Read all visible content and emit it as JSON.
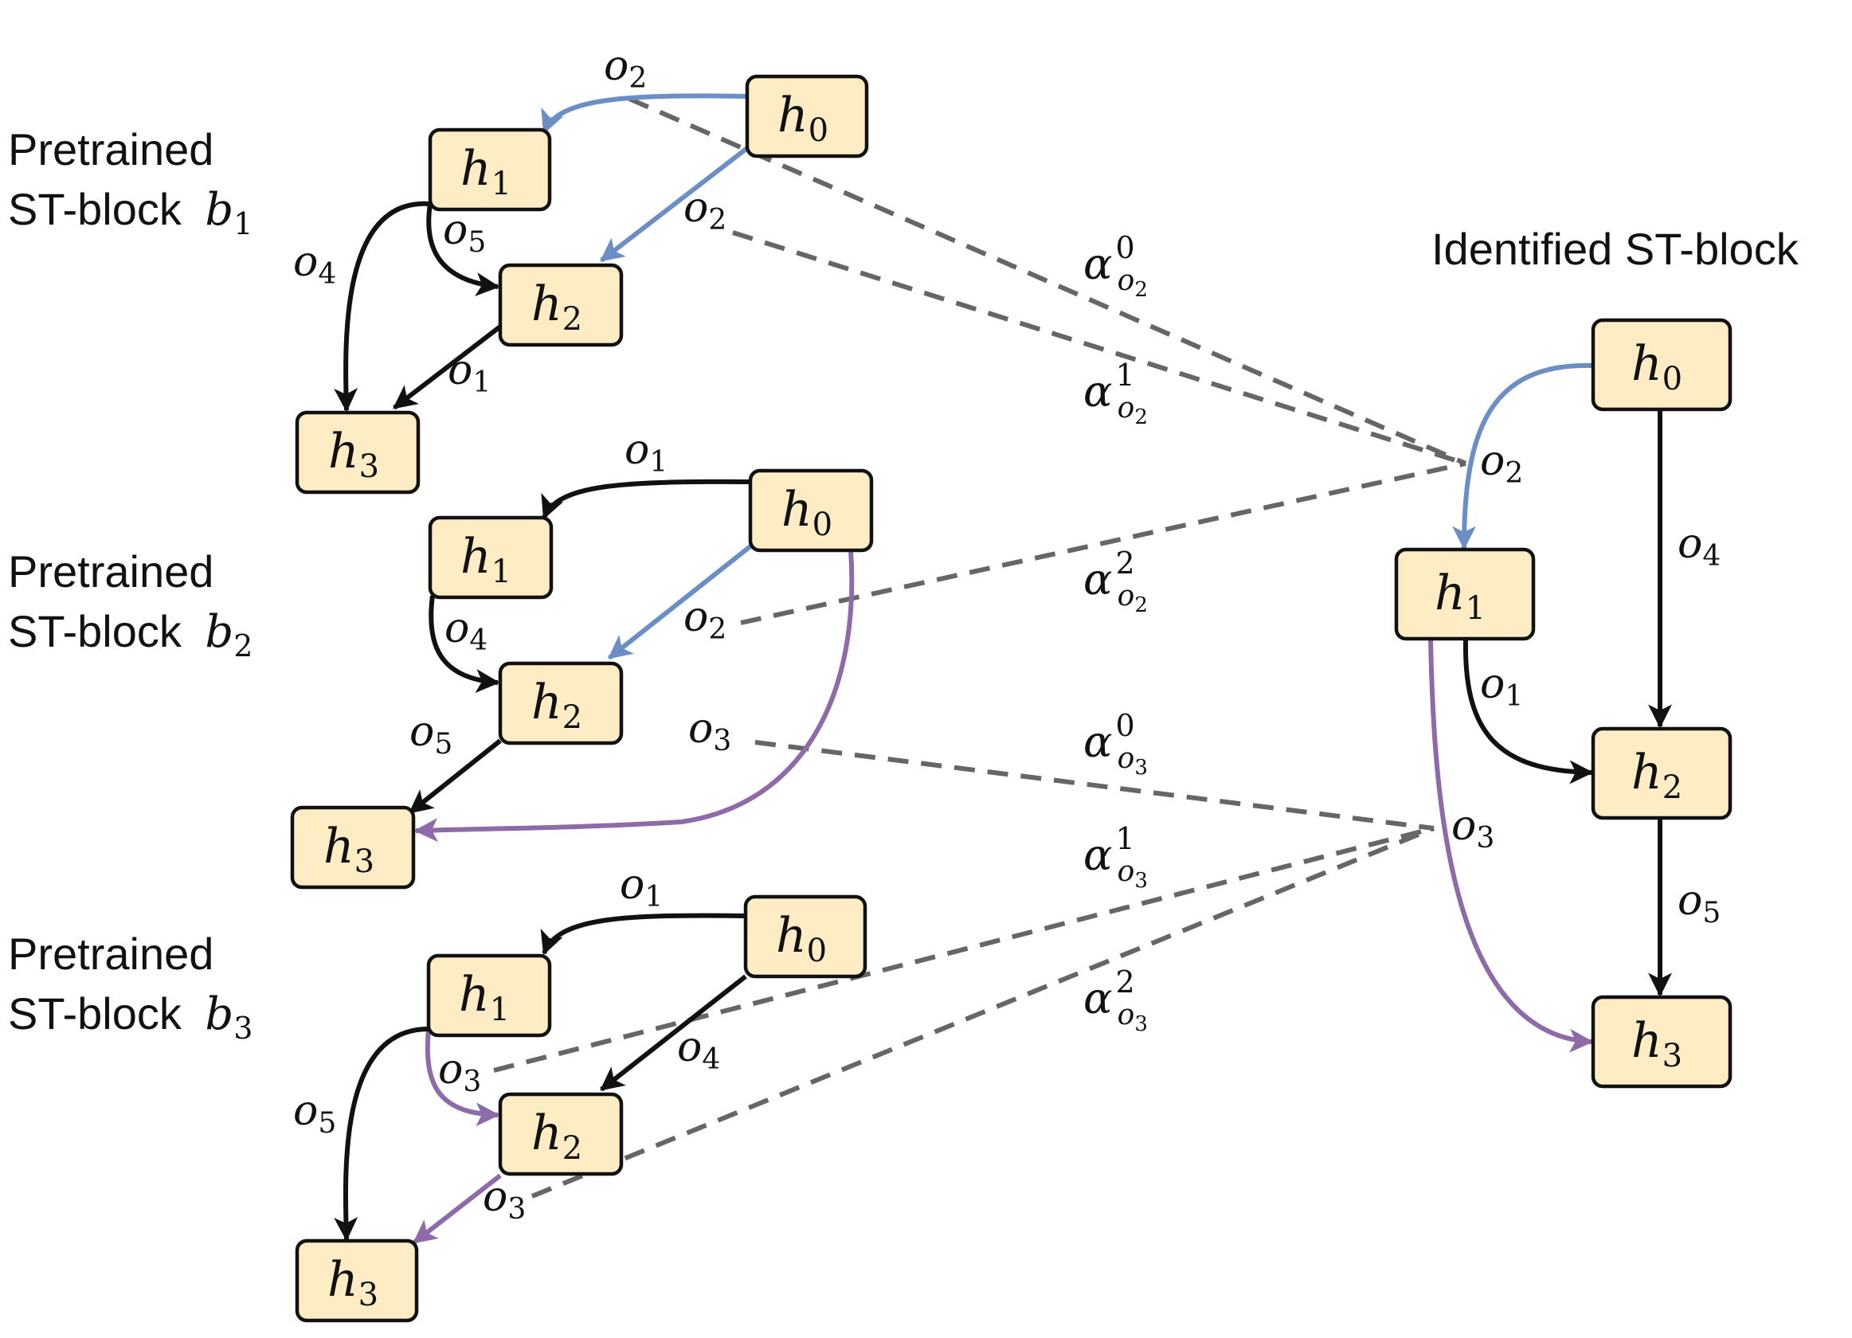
{
  "colors": {
    "black": "#111111",
    "blue": "#6b8fc4",
    "purple": "#8f6aa8",
    "dashed": "#666666",
    "node_fill": "#fdecc4"
  },
  "blocks": [
    {
      "id": "b1",
      "label_line1": "Pretrained",
      "label_line2": "ST-block",
      "var": "b",
      "var_sub": "1",
      "nodes": [
        {
          "id": "h0",
          "letter": "h",
          "sub": "0"
        },
        {
          "id": "h1",
          "letter": "h",
          "sub": "1"
        },
        {
          "id": "h2",
          "letter": "h",
          "sub": "2"
        },
        {
          "id": "h3",
          "letter": "h",
          "sub": "3"
        }
      ],
      "edges": [
        {
          "from": "h0",
          "to": "h1",
          "op": "o",
          "op_sub": "2",
          "color": "blue"
        },
        {
          "from": "h0",
          "to": "h2",
          "op": "o",
          "op_sub": "2",
          "color": "blue"
        },
        {
          "from": "h1",
          "to": "h2",
          "op": "o",
          "op_sub": "5",
          "color": "black"
        },
        {
          "from": "h1",
          "to": "h3",
          "op": "o",
          "op_sub": "4",
          "color": "black"
        },
        {
          "from": "h2",
          "to": "h3",
          "op": "o",
          "op_sub": "1",
          "color": "black"
        }
      ]
    },
    {
      "id": "b2",
      "label_line1": "Pretrained",
      "label_line2": "ST-block",
      "var": "b",
      "var_sub": "2",
      "nodes": [
        {
          "id": "h0",
          "letter": "h",
          "sub": "0"
        },
        {
          "id": "h1",
          "letter": "h",
          "sub": "1"
        },
        {
          "id": "h2",
          "letter": "h",
          "sub": "2"
        },
        {
          "id": "h3",
          "letter": "h",
          "sub": "3"
        }
      ],
      "edges": [
        {
          "from": "h0",
          "to": "h1",
          "op": "o",
          "op_sub": "1",
          "color": "black"
        },
        {
          "from": "h0",
          "to": "h2",
          "op": "o",
          "op_sub": "2",
          "color": "blue"
        },
        {
          "from": "h0",
          "to": "h3",
          "op": "o",
          "op_sub": "3",
          "color": "purple"
        },
        {
          "from": "h1",
          "to": "h2",
          "op": "o",
          "op_sub": "4",
          "color": "black"
        },
        {
          "from": "h2",
          "to": "h3",
          "op": "o",
          "op_sub": "5",
          "color": "black"
        }
      ]
    },
    {
      "id": "b3",
      "label_line1": "Pretrained",
      "label_line2": "ST-block",
      "var": "b",
      "var_sub": "3",
      "nodes": [
        {
          "id": "h0",
          "letter": "h",
          "sub": "0"
        },
        {
          "id": "h1",
          "letter": "h",
          "sub": "1"
        },
        {
          "id": "h2",
          "letter": "h",
          "sub": "2"
        },
        {
          "id": "h3",
          "letter": "h",
          "sub": "3"
        }
      ],
      "edges": [
        {
          "from": "h0",
          "to": "h1",
          "op": "o",
          "op_sub": "1",
          "color": "black"
        },
        {
          "from": "h0",
          "to": "h2",
          "op": "o",
          "op_sub": "4",
          "color": "black"
        },
        {
          "from": "h1",
          "to": "h2",
          "op": "o",
          "op_sub": "3",
          "color": "purple"
        },
        {
          "from": "h1",
          "to": "h3",
          "op": "o",
          "op_sub": "5",
          "color": "black"
        },
        {
          "from": "h2",
          "to": "h3",
          "op": "o",
          "op_sub": "3",
          "color": "purple"
        }
      ]
    }
  ],
  "identified": {
    "title": "Identified ST-block",
    "nodes": [
      {
        "id": "h0",
        "letter": "h",
        "sub": "0"
      },
      {
        "id": "h1",
        "letter": "h",
        "sub": "1"
      },
      {
        "id": "h2",
        "letter": "h",
        "sub": "2"
      },
      {
        "id": "h3",
        "letter": "h",
        "sub": "3"
      }
    ],
    "edges": [
      {
        "from": "h0",
        "to": "h1",
        "op": "o",
        "op_sub": "2",
        "color": "blue"
      },
      {
        "from": "h0",
        "to": "h2",
        "op": "o",
        "op_sub": "4",
        "color": "black"
      },
      {
        "from": "h1",
        "to": "h2",
        "op": "o",
        "op_sub": "1",
        "color": "black"
      },
      {
        "from": "h1",
        "to": "h3",
        "op": "o",
        "op_sub": "3",
        "color": "purple"
      },
      {
        "from": "h2",
        "to": "h3",
        "op": "o",
        "op_sub": "5",
        "color": "black"
      }
    ]
  },
  "weights": [
    {
      "symbol": "α",
      "sup": "0",
      "sub_op": "o",
      "sub_n": "2",
      "from_block": "b1",
      "to_op": "o2"
    },
    {
      "symbol": "α",
      "sup": "1",
      "sub_op": "o",
      "sub_n": "2",
      "from_block": "b1",
      "to_op": "o2"
    },
    {
      "symbol": "α",
      "sup": "2",
      "sub_op": "o",
      "sub_n": "2",
      "from_block": "b2",
      "to_op": "o2"
    },
    {
      "symbol": "α",
      "sup": "0",
      "sub_op": "o",
      "sub_n": "3",
      "from_block": "b2",
      "to_op": "o3"
    },
    {
      "symbol": "α",
      "sup": "1",
      "sub_op": "o",
      "sub_n": "3",
      "from_block": "b3",
      "to_op": "o3"
    },
    {
      "symbol": "α",
      "sup": "2",
      "sub_op": "o",
      "sub_n": "3",
      "from_block": "b3",
      "to_op": "o3"
    }
  ]
}
